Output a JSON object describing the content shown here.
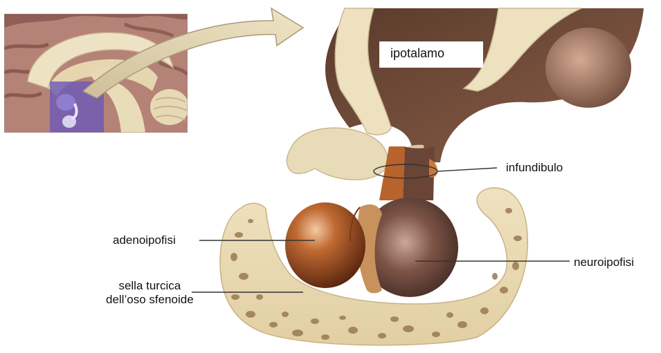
{
  "labels": {
    "hypothalamus": "ipotalamo",
    "infundibulum": "infundibulo",
    "adenohypophysis": "adenoipofisi",
    "neurohypophysis": "neuroipofisi",
    "sella_line1": "sella turcica",
    "sella_line2": "dell’oso sfenoide"
  },
  "colors": {
    "bone": "#ead9b1",
    "brain_tissue": "#6e4a38",
    "adenohypophysis": "#9a4a20",
    "neurohypophysis": "#6a4436",
    "highlight": "#6c5ab6",
    "leader_line": "#333333"
  }
}
